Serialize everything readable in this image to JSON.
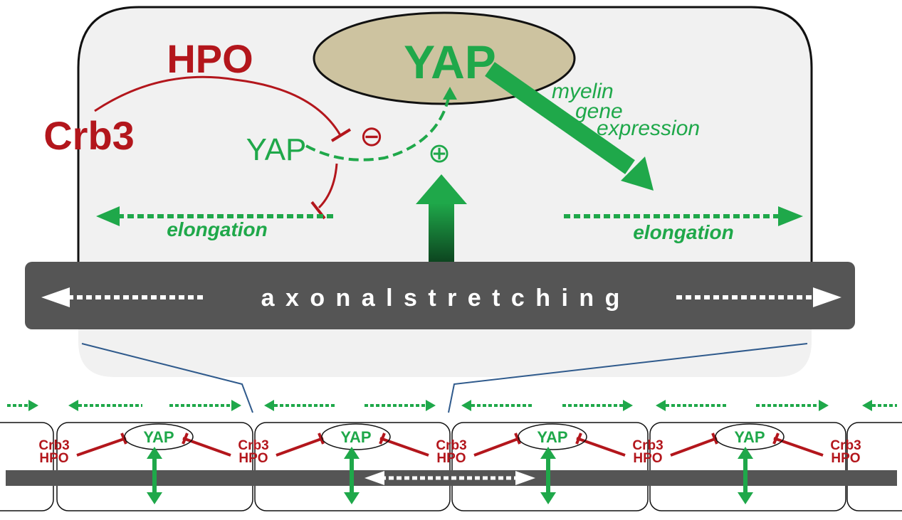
{
  "colors": {
    "green": "#1fa84a",
    "dark_green": "#0b3d1c",
    "red": "#b3161c",
    "gray_band": "#555555",
    "panel_bg": "#f1f1f1",
    "nucleus_fill": "#cdc3a0",
    "white": "#ffffff",
    "blue_line": "#2f5a8c"
  },
  "upper": {
    "hpo": "HPO",
    "crb3": "Crb3",
    "yap_nucleus": "YAP",
    "yap_cytoplasm": "YAP",
    "minus": "⊖",
    "plus": "⊕",
    "myelin_line1": "myelin",
    "myelin_line2": "gene",
    "myelin_line3": "expression",
    "elongation_left": "elongation",
    "elongation_right": "elongation",
    "band_text": "a x o n a l s t r e t c h i n g"
  },
  "lower": {
    "cells": [
      {
        "crb3": "Crb3",
        "hpo": "HPO",
        "yap": "YAP"
      },
      {
        "crb3": "Crb3",
        "hpo": "HPO",
        "yap": "YAP"
      },
      {
        "crb3": "Crb3",
        "hpo": "HPO",
        "yap": "YAP"
      },
      {
        "crb3": "Crb3",
        "hpo": "HPO",
        "yap": "YAP"
      },
      {
        "crb3": "Crb3",
        "hpo": "HPO",
        "yap": null
      }
    ]
  }
}
